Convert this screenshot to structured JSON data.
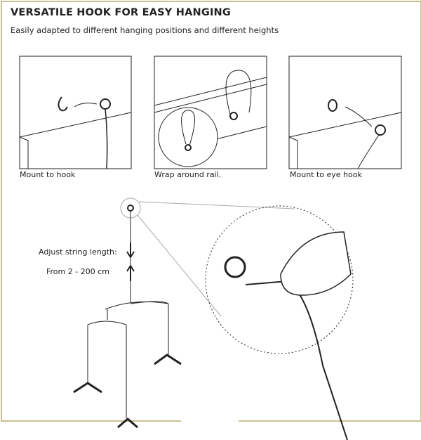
{
  "title": "VERSATILE HOOK FOR EASY HANGING",
  "subtitle": "Easily adapted to different hanging positions and different heights",
  "panels": [
    {
      "label": "Mount to hook"
    },
    {
      "label": "Wrap around rail."
    },
    {
      "label": "Mount to eye hook"
    }
  ],
  "adjust": {
    "label": "Adjust string length:",
    "range": "From 2 - 200 cm"
  },
  "colors": {
    "frame": "#cbbf92",
    "ink": "#222222"
  }
}
